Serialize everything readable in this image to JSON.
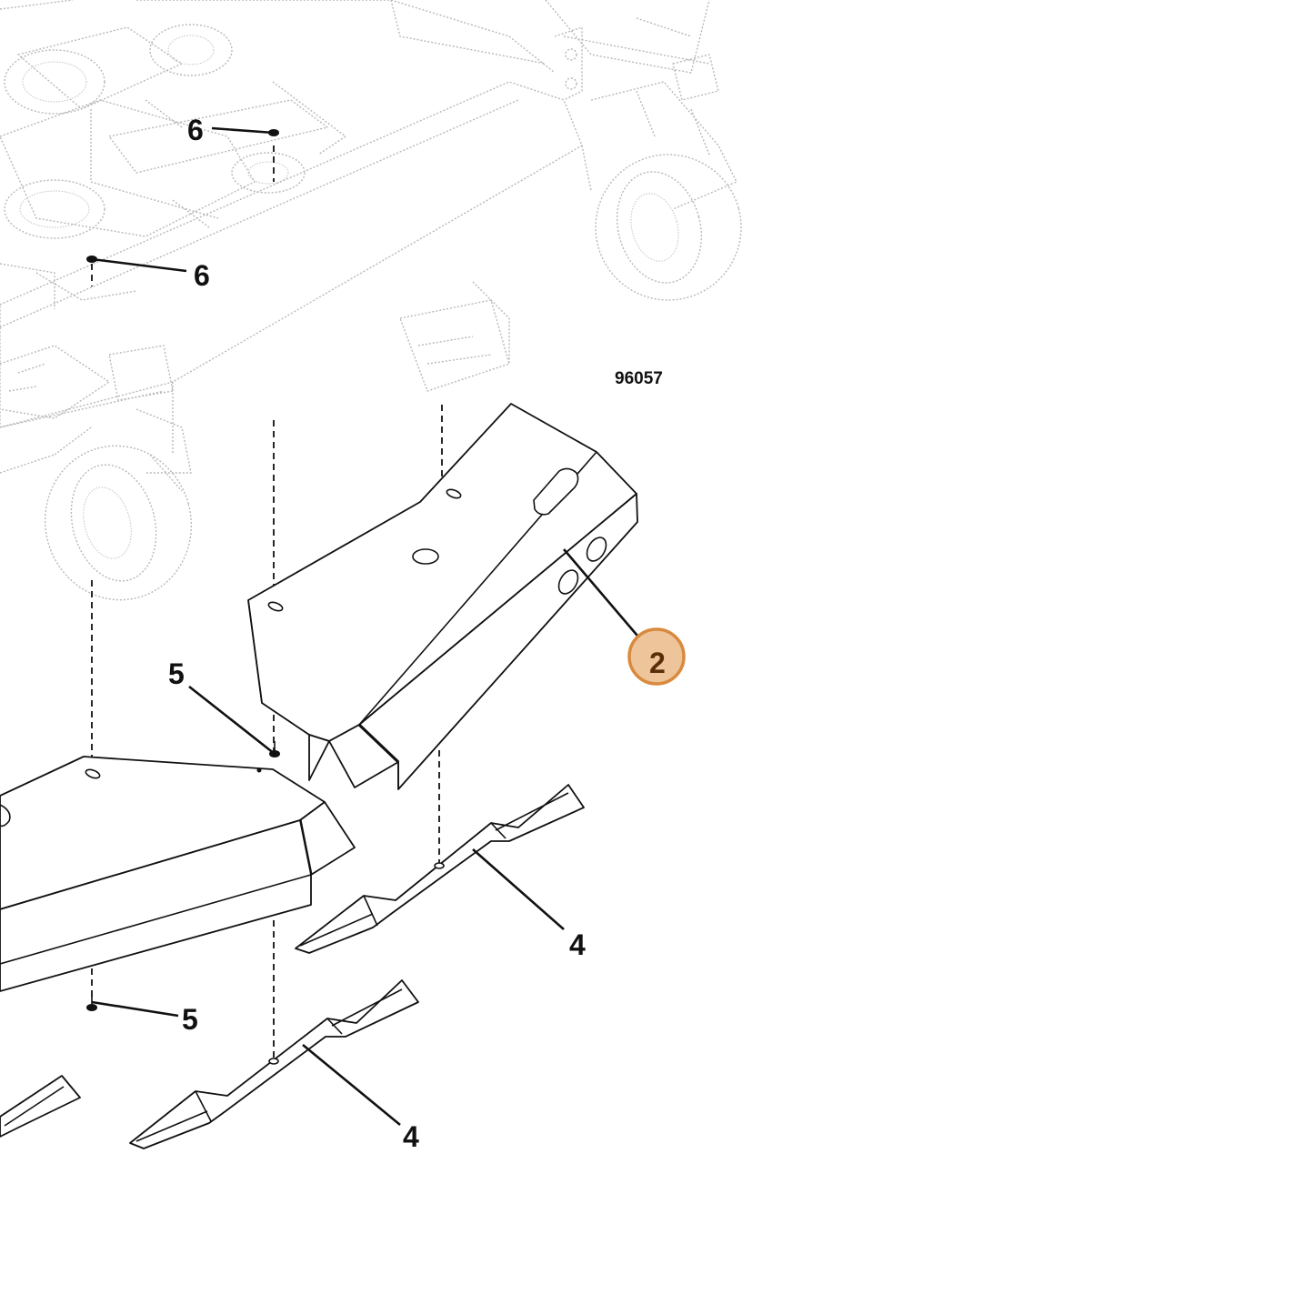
{
  "figure": {
    "number": "96057"
  },
  "callouts": [
    {
      "id": "callout-6-upper",
      "label": "6"
    },
    {
      "id": "callout-6-lower",
      "label": "6"
    },
    {
      "id": "callout-2",
      "label": "2",
      "highlighted": true
    },
    {
      "id": "callout-5-upper",
      "label": "5"
    },
    {
      "id": "callout-5-lower",
      "label": "5"
    },
    {
      "id": "callout-4-right",
      "label": "4"
    },
    {
      "id": "callout-4-left",
      "label": "4"
    }
  ],
  "colors": {
    "ink": "#111111",
    "ghost": "#b8b8b8",
    "highlight_fill": "#eec49b",
    "highlight_stroke": "#d98a3e",
    "highlight_text": "#5a2d08"
  }
}
